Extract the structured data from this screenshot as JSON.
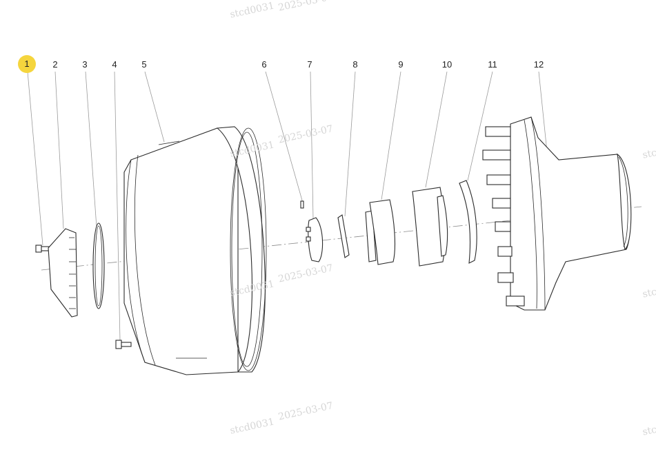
{
  "callouts": [
    {
      "number": "1",
      "active": true
    },
    {
      "number": "2",
      "active": false
    },
    {
      "number": "3",
      "active": false
    },
    {
      "number": "4",
      "active": false
    },
    {
      "number": "5",
      "active": false
    },
    {
      "number": "6",
      "active": false
    },
    {
      "number": "7",
      "active": false
    },
    {
      "number": "8",
      "active": false
    },
    {
      "number": "9",
      "active": false
    },
    {
      "number": "10",
      "active": false
    },
    {
      "number": "11",
      "active": false
    },
    {
      "number": "12",
      "active": false
    }
  ],
  "watermark": {
    "user": "stcd0031",
    "date": "2025-03-07"
  },
  "colors": {
    "highlight": "#f5d53d",
    "line": "#2a2a2a",
    "leader": "#9a9a9a",
    "watermark": "#d6d6d6"
  }
}
